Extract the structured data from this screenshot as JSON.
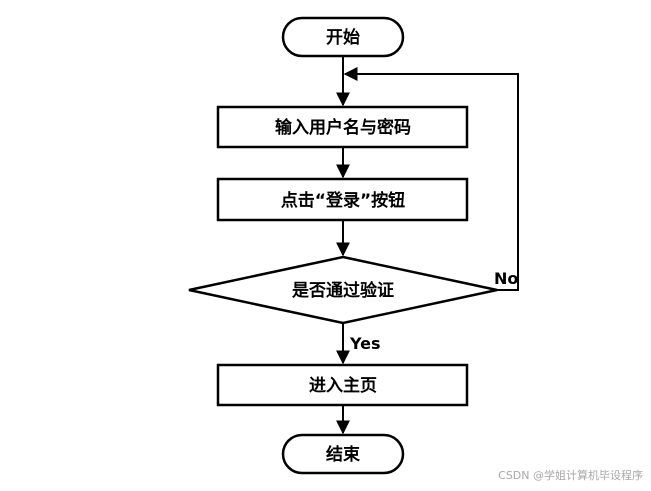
{
  "nodes": {
    "start": "开始",
    "input": "输入用户名与密码",
    "click": "点击“登录”按钮",
    "decision": "是否通过验证",
    "enter": "进入主页",
    "end": "结束"
  },
  "edges": {
    "yes": "Yes",
    "no": "No"
  },
  "watermark": "CSDN @学姐计算机毕设程序"
}
